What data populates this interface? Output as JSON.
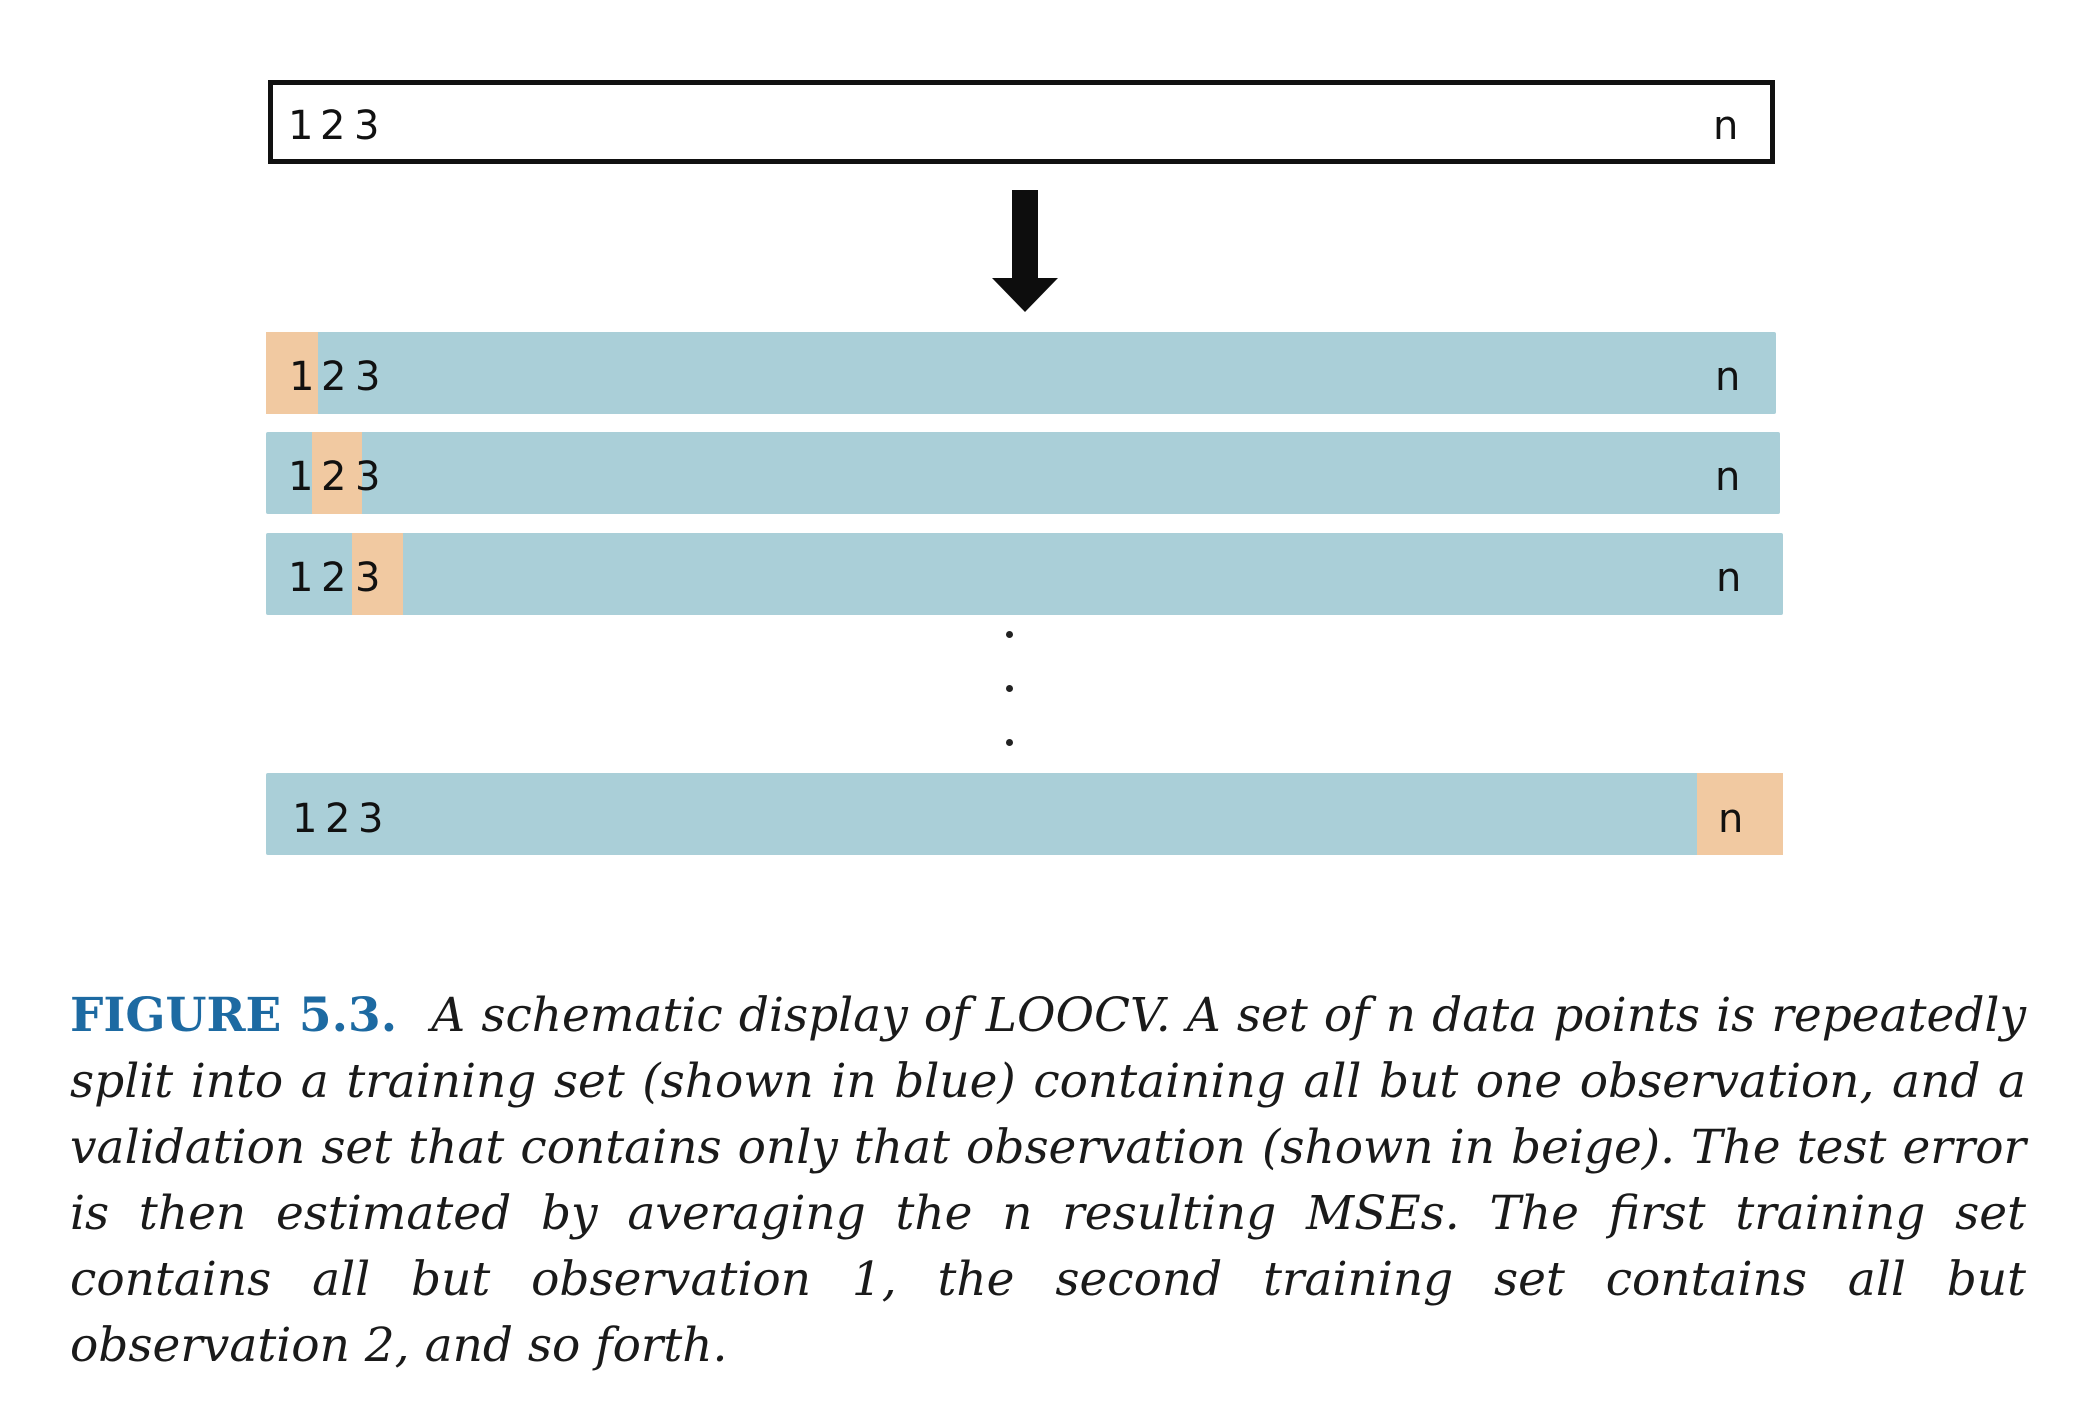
{
  "diagram": {
    "labels": [
      "1",
      "2",
      "3",
      "n"
    ],
    "dots": [
      ".",
      ".",
      "."
    ],
    "colors": {
      "training": "#aacfd8",
      "validation": "#f1c9a1",
      "outline": "#111111"
    },
    "rows": [
      {
        "held_out": "1"
      },
      {
        "held_out": "2"
      },
      {
        "held_out": "3"
      },
      {
        "held_out": "n"
      }
    ]
  },
  "caption": {
    "label": "FIGURE 5.3.",
    "text": "A schematic display of LOOCV. A set of n data points is repeatedly split into a training set (shown in blue) containing all but one observation, and a validation set that contains only that observation (shown in beige). The test error is then estimated by averaging the n resulting MSEs. The first training set contains all but observation 1, the second training set contains all but observation 2, and so forth."
  }
}
